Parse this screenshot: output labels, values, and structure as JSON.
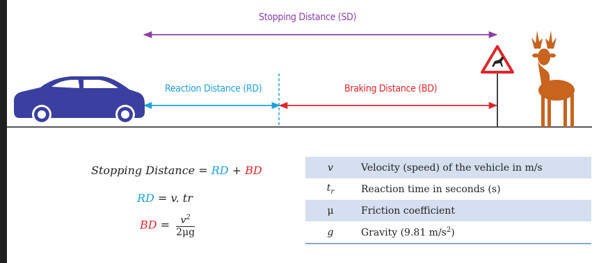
{
  "diagram": {
    "stopping_label": "Stopping Distance (SD)",
    "reaction_label": "Reaction Distance (RD)",
    "braking_label": "Braking Distance (BD)",
    "colors": {
      "stopping": "#8b3fa9",
      "reaction": "#1ea1d8",
      "braking": "#e0262c",
      "car": "#3a3fa0",
      "deer": "#c8641e",
      "road": "#555555"
    }
  },
  "formulas": {
    "sd_lhs": "Stopping Distance",
    "sd_eq": " = ",
    "sd_rd": "RD",
    "sd_plus": " + ",
    "sd_bd": "BD",
    "rd_lhs": "RD",
    "rd_rhs": " = v. tr",
    "bd_lhs": "BD",
    "bd_eq": " = ",
    "bd_num": "v",
    "bd_num_exp": "2",
    "bd_den": "2μg"
  },
  "variables": [
    {
      "symbol": "v",
      "description": "Velocity (speed) of the vehicle in m/s"
    },
    {
      "symbol": "t",
      "subscript": "r",
      "description": "Reaction time in seconds (s)"
    },
    {
      "symbol": "μ",
      "description": "Friction coefficient"
    },
    {
      "symbol": "g",
      "description": "Gravity (9.81 m/s",
      "description_sup": "2",
      "description_end": ")"
    }
  ]
}
